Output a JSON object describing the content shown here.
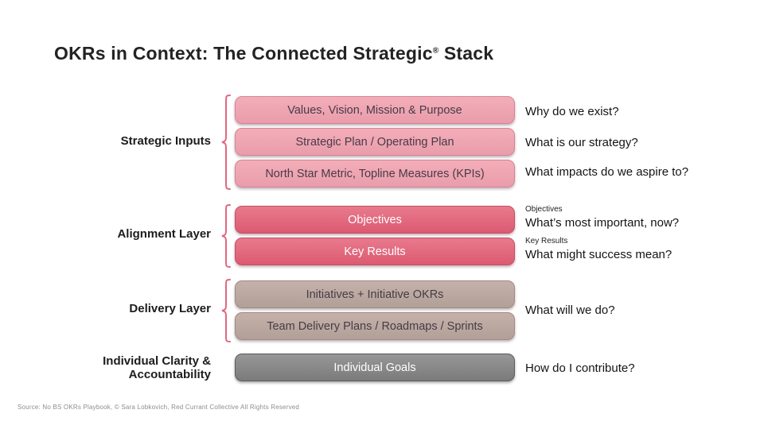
{
  "title": {
    "part1": "OKRs in Context: The Connected Strategic",
    "registered": "®",
    "part2": " Stack"
  },
  "groups": [
    {
      "label": "Strategic Inputs",
      "boxes": [
        {
          "label": "Values, Vision, Mission & Purpose",
          "question": "Why do we exist?"
        },
        {
          "label": "Strategic Plan / Operating Plan",
          "question": "What is our strategy?"
        },
        {
          "label": "North Star Metric, Topline Measures (KPIs)",
          "question": "What impacts do we aspire to?"
        }
      ]
    },
    {
      "label": "Alignment Layer",
      "boxes": [
        {
          "label": "Objectives",
          "tag": "Objectives",
          "question": "What’s most important, now?"
        },
        {
          "label": "Key Results",
          "tag": "Key Results",
          "question": "What might success mean?"
        }
      ]
    },
    {
      "label": "Delivery Layer",
      "question": "What will we do?",
      "boxes": [
        {
          "label": "Initiatives + Initiative OKRs"
        },
        {
          "label": "Team Delivery Plans / Roadmaps / Sprints"
        }
      ]
    },
    {
      "label_lines": [
        "Individual Clarity &",
        "Accountability"
      ],
      "boxes": [
        {
          "label": "Individual Goals",
          "question": "How do I contribute?"
        }
      ]
    }
  ],
  "footer": "Source: No BS OKRs Playbook, © Sara Lobkovich, Red Currant Collective All Rights Reserved",
  "icons": {
    "group_bracket": "curly-brace-left"
  },
  "colors": {
    "brace_pink": "#e2677e",
    "box_light_pink_top": "#f3aeb9",
    "box_light_pink_bottom": "#ea9cab",
    "box_light_pink_border": "#d48495",
    "box_rose_top": "#e87a8d",
    "box_rose_bottom": "#dc5a72",
    "box_rose_border": "#c64e65",
    "box_taupe_top": "#c5b1aa",
    "box_taupe_bottom": "#b1a098",
    "box_taupe_border": "#a18a85",
    "box_gray_top": "#979797",
    "box_gray_bottom": "#7b7b7b",
    "box_gray_border": "#5c5c5c",
    "box_dark_text": "#463c47",
    "box_light_text": "#ffffff",
    "title_text": "#232323",
    "question_text": "#141414",
    "footer_text": "#8d8d8d"
  }
}
